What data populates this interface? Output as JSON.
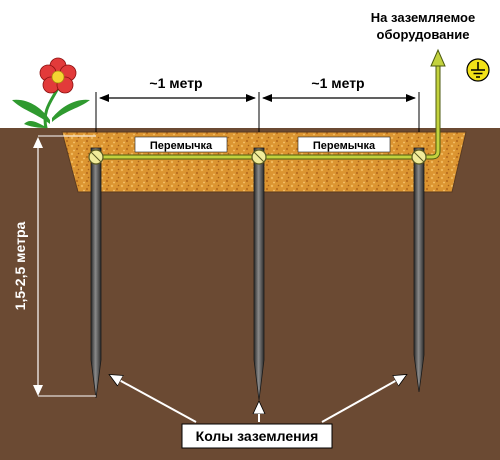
{
  "labels": {
    "equipment_line1": "На заземляемое",
    "equipment_line2": "оборудование",
    "distance_left": "~1 метр",
    "distance_right": "~1 метр",
    "jumper_left": "Перемычка",
    "jumper_right": "Перемычка",
    "depth": "1,5-2,5 метра",
    "rods": "Колы заземления"
  },
  "colors": {
    "sky": "#ffffff",
    "soil": "#6b4a33",
    "backfill": "#d9902e",
    "conductor": "#b9c83a",
    "rod": "#4d4d4d",
    "flower_petals": "#e23a3a",
    "leaves": "#2f9a2f",
    "ground_symbol": "#f2e218"
  },
  "icons": [
    "flower-icon",
    "ground-symbol-icon"
  ]
}
